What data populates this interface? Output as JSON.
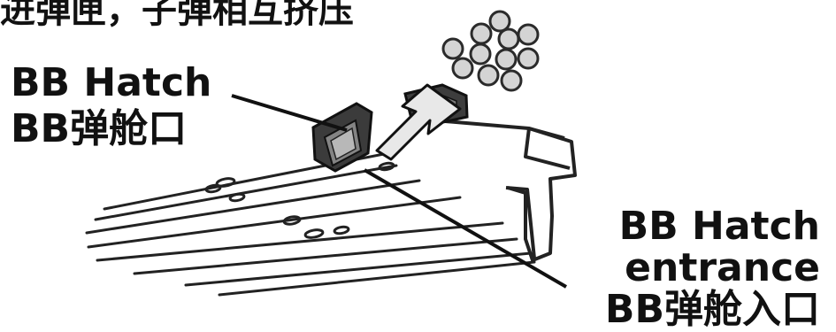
{
  "caption": {
    "top_text": "进弹匣，子弹相互挤压"
  },
  "labels": {
    "hatch": {
      "line1": "BB Hatch",
      "line2": "BB弹舱口"
    },
    "entrance": {
      "line1": "BB Hatch",
      "line2": "entrance",
      "line3": "BB弹舱入口"
    }
  },
  "colors": {
    "ink": "#111111",
    "bb_fill": "#d4d4d4",
    "bb_stroke": "#2b2b2b",
    "hatch_fill": "#3b3b3b",
    "arrow_fill": "#e8e8e8"
  }
}
